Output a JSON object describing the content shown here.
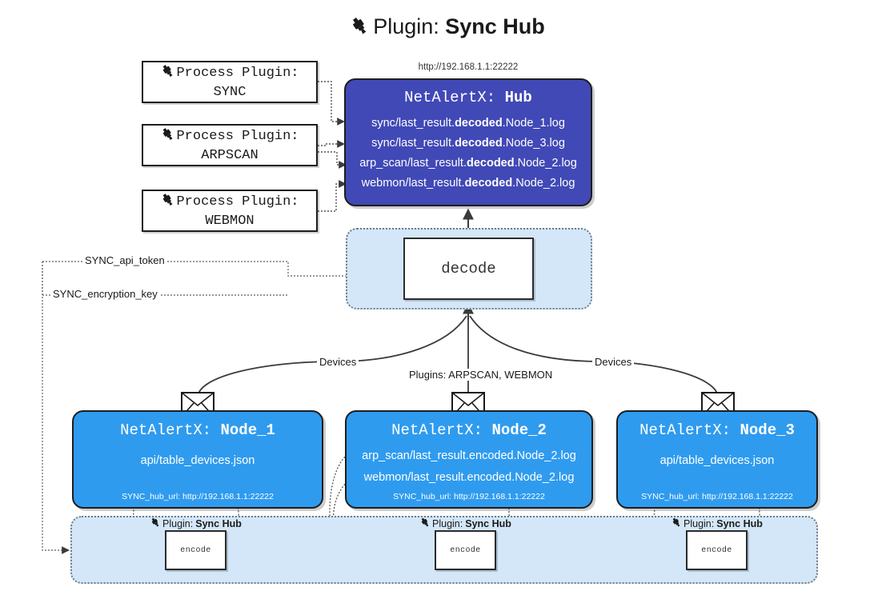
{
  "title": {
    "icon": "plug-icon",
    "prefix": "Plugin:",
    "name": "Sync Hub"
  },
  "hub": {
    "url": "http://192.168.1.1:22222",
    "title_prefix": "NetAlertX:",
    "title_name": "Hub",
    "loglines": [
      {
        "pre": "sync/last_result.",
        "em": "decoded",
        "post": ".Node_1.log"
      },
      {
        "pre": "sync/last_result.",
        "em": "decoded",
        "post": ".Node_3.log"
      },
      {
        "pre": "arp_scan/last_result.",
        "em": "decoded",
        "post": ".Node_2.log"
      },
      {
        "pre": "webmon/last_result.",
        "em": "decoded",
        "post": ".Node_2.log"
      }
    ]
  },
  "process_plugins": [
    {
      "icon": "plug-icon",
      "line1": "Process Plugin:",
      "line2": "SYNC"
    },
    {
      "icon": "plug-icon",
      "line1": "Process Plugin:",
      "line2": "ARPSCAN"
    },
    {
      "icon": "plug-icon",
      "line1": "Process Plugin:",
      "line2": "WEBMON"
    }
  ],
  "decode": {
    "label": "decode"
  },
  "secrets": [
    {
      "label": "SYNC_api_token"
    },
    {
      "label": "SYNC_encryption_key"
    }
  ],
  "edges": {
    "devices_left": "Devices",
    "devices_right": "Devices",
    "plugins_center": "Plugins: ARPSCAN, WEBMON"
  },
  "nodes": [
    {
      "icon": "envelope-icon",
      "title_prefix": "NetAlertX:",
      "title_name": "Node_1",
      "lines": [
        "api/table_devices.json"
      ],
      "url_label": "SYNC_hub_url:",
      "url_value": "http://192.168.1.1:22222"
    },
    {
      "icon": "envelope-icon",
      "title_prefix": "NetAlertX:",
      "title_name": "Node_2",
      "lines": [
        "arp_scan/last_result.encoded.Node_2.log",
        "webmon/last_result.encoded.Node_2.log"
      ],
      "url_label": "SYNC_hub_url:",
      "url_value": "http://192.168.1.1:22222"
    },
    {
      "icon": "envelope-icon",
      "title_prefix": "NetAlertX:",
      "title_name": "Node_3",
      "lines": [
        "api/table_devices.json"
      ],
      "url_label": "SYNC_hub_url:",
      "url_value": "http://192.168.1.1:22222"
    }
  ],
  "encoders": [
    {
      "icon": "plug-icon",
      "label_prefix": "Plugin:",
      "label_name": "Sync Hub",
      "box_label": "encode"
    },
    {
      "icon": "plug-icon",
      "label_prefix": "Plugin:",
      "label_name": "Sync Hub",
      "box_label": "encode"
    },
    {
      "icon": "plug-icon",
      "label_prefix": "Plugin:",
      "label_name": "Sync Hub",
      "box_label": "encode"
    }
  ],
  "colors": {
    "hub_fill": "#4149b6",
    "node_fill": "#2f9bef",
    "cluster_fill": "#d4e7f9",
    "outline": "#1d1d1d",
    "edge": "#3a3a3a"
  }
}
